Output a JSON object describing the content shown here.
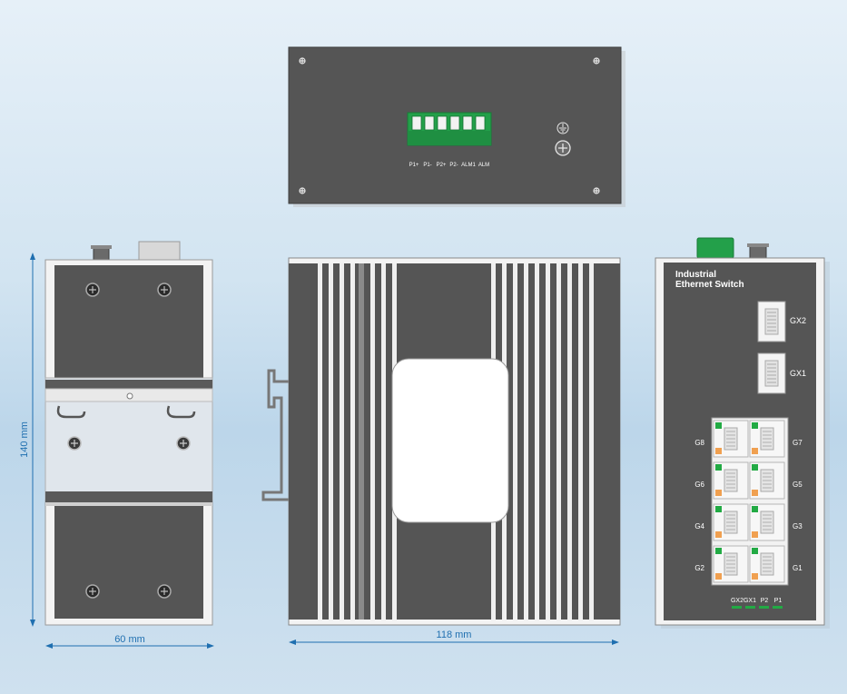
{
  "top_panel": {
    "terminal_labels": [
      "P1+",
      "P1-",
      "P2+",
      "P2-",
      "ALM1",
      "ALM"
    ]
  },
  "front_panel": {
    "title_line1": "Industrial",
    "title_line2": "Ethernet Switch",
    "sfp_ports": [
      "GX2",
      "GX1"
    ],
    "rj45_left": [
      "G8",
      "G6",
      "G4",
      "G2"
    ],
    "rj45_right": [
      "G7",
      "G5",
      "G3",
      "G1"
    ],
    "led_labels": [
      "GX2",
      "GX1",
      "P2",
      "P1"
    ]
  },
  "dimensions": {
    "height": "140 mm",
    "width_side": "60 mm",
    "width_back": "118 mm"
  },
  "colors": {
    "panel": "#555555",
    "terminal": "#22a24b",
    "dimension": "#1f6fb0",
    "led": "#22aa44"
  }
}
